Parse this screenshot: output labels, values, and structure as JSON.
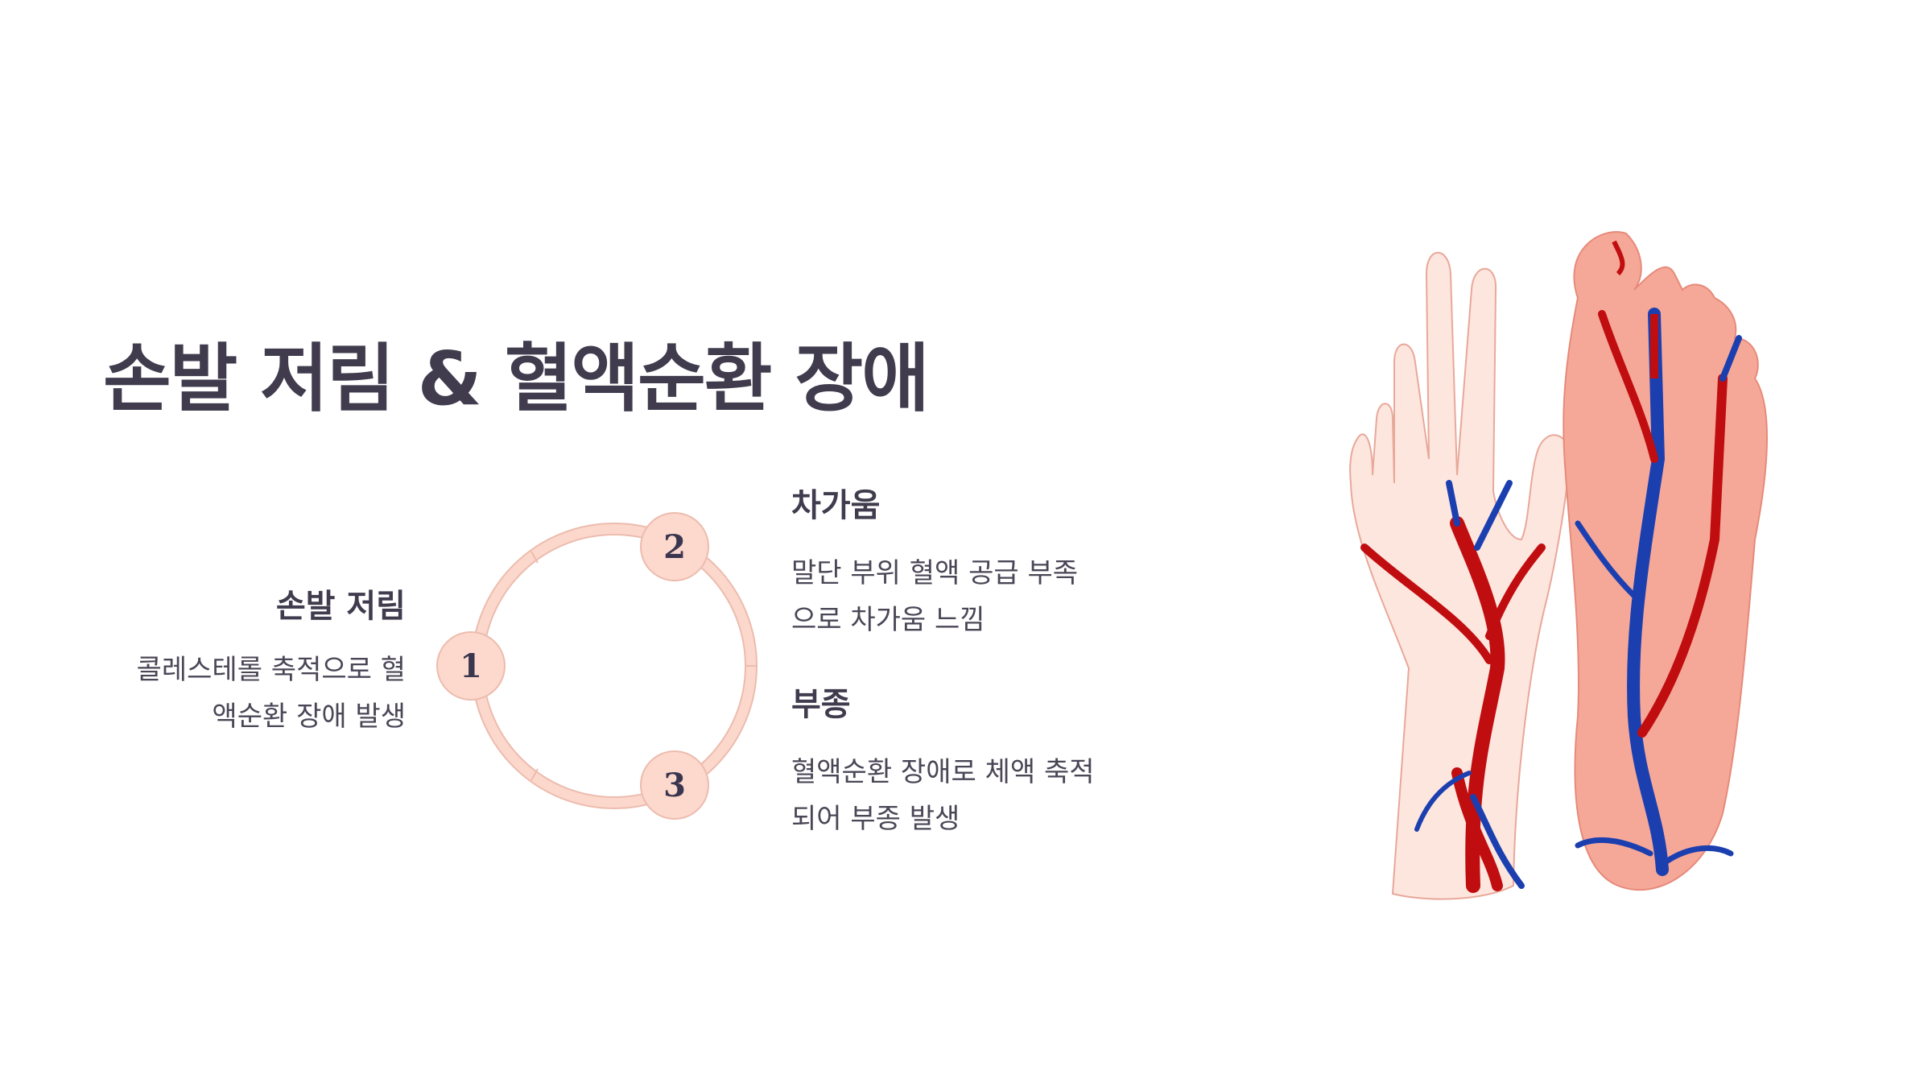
{
  "title": "손발 저림 & 혈액순환 장애",
  "items": [
    {
      "number": "1",
      "title": "손발 저림",
      "desc_lines": [
        "콜레스테롤 축적으로 혈",
        "액순환 장애 발생"
      ]
    },
    {
      "number": "2",
      "title": "차가움",
      "desc_lines": [
        "말단 부위 혈액 공급 부족",
        "으로 차가움 느낌"
      ]
    },
    {
      "number": "3",
      "title": "부종",
      "desc_lines": [
        "혈액순환 장애로 체액 축적",
        "되어 부종 발생"
      ]
    }
  ],
  "illustration": {
    "subject": "hand and foot with arteries (red) and veins (blue)",
    "colors": {
      "hand_skin": "#fde6de",
      "foot_skin": "#f6a898",
      "artery": "#c00d10",
      "vein": "#1c3fb0"
    }
  },
  "colors": {
    "text": "#403c4e",
    "badge_fill": "#fdd8cd",
    "badge_border": "#ecbcae",
    "ring": "#fcd7cb"
  }
}
